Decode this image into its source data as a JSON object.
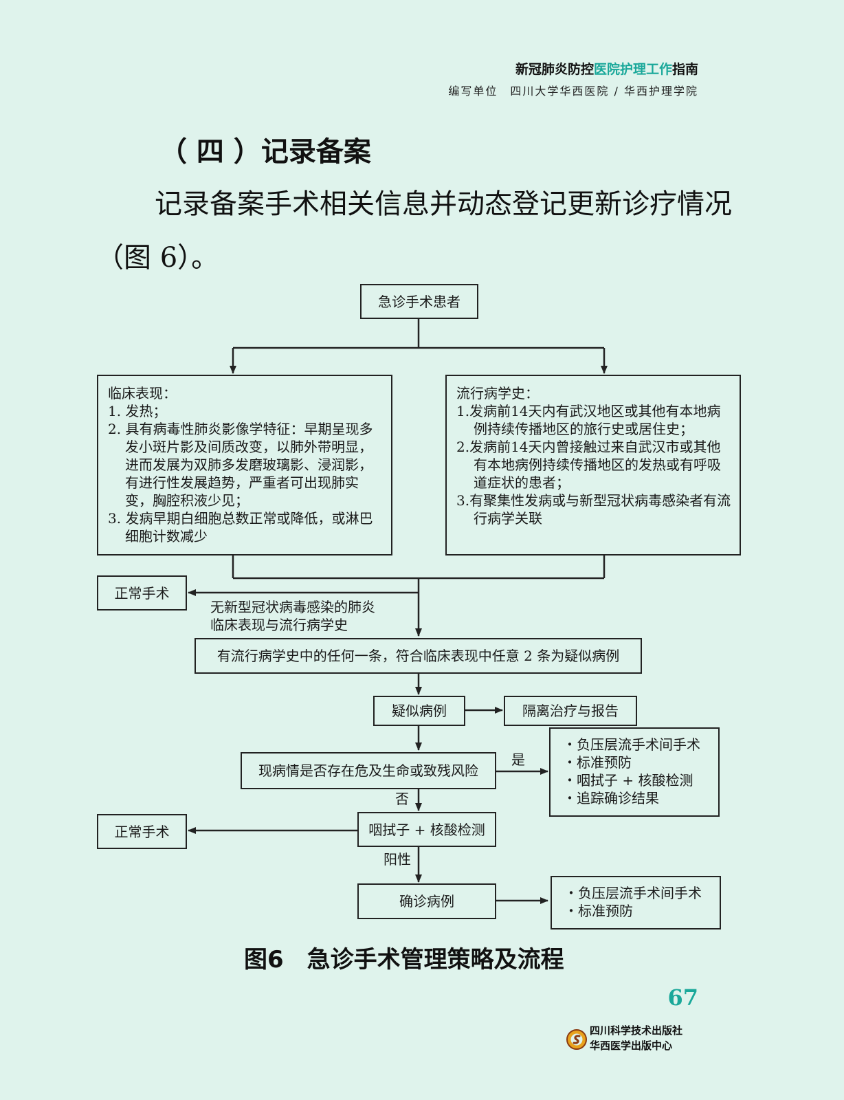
{
  "header": {
    "title_part1": "新冠肺炎防控",
    "title_highlight": "医院护理工作",
    "title_part3": "指南",
    "subtitle": "编写单位　四川大学华西医院 / 华西护理学院",
    "accent_color": "#1aa89a"
  },
  "section": {
    "title": "（ 四 ）记录备案",
    "paragraph": "记录备案手术相关信息并动态登记更新诊疗情况（图 6）。"
  },
  "flowchart": {
    "start": "急诊手术患者",
    "clinical": {
      "title": "临床表现：",
      "items": [
        "1. 发热；",
        "2. 具有病毒性肺炎影像学特征：早期呈现多发小斑片影及间质改变，以肺外带明显，进而发展为双肺多发磨玻璃影、浸润影，有进行性发展趋势，严重者可出现肺实变，胸腔积液少见；",
        "3. 发病早期白细胞总数正常或降低，或淋巴细胞计数减少"
      ]
    },
    "epidemiology": {
      "title": "流行病学史：",
      "items": [
        "1.发病前14天内有武汉地区或其他有本地病例持续传播地区的旅行史或居住史；",
        "2.发病前14天内曾接触过来自武汉市或其他有本地病例持续传播地区的发热或有呼吸道症状的患者；",
        "3.有聚集性发病或与新型冠状病毒感染者有流行病学关联"
      ]
    },
    "normal_surgery_1": "正常手术",
    "no_infection_label_line1": "无新型冠状病毒感染的肺炎",
    "no_infection_label_line2": "临床表现与流行病学史",
    "criteria": "有流行病学史中的任何一条，符合临床表现中任意 2 条为疑似病例",
    "suspected": "疑似病例",
    "isolation": "隔离治疗与报告",
    "risk_question": "现病情是否存在危及生命或致残风险",
    "yes_label": "是",
    "no_label": "否",
    "yes_actions": [
      "・负压层流手术间手术",
      "・标准预防",
      "・咽拭子 + 核酸检测",
      "・追踪确诊结果"
    ],
    "swab": "咽拭子 + 核酸检测",
    "normal_surgery_2": "正常手术",
    "positive_label": "阳性",
    "confirmed": "确诊病例",
    "confirmed_actions": [
      "・负压层流手术间手术",
      "・标准预防"
    ]
  },
  "caption": "图6　急诊手术管理策略及流程",
  "page_number": "67",
  "publisher": {
    "line1": "四川科学技术出版社",
    "line2": "华西医学出版中心"
  }
}
